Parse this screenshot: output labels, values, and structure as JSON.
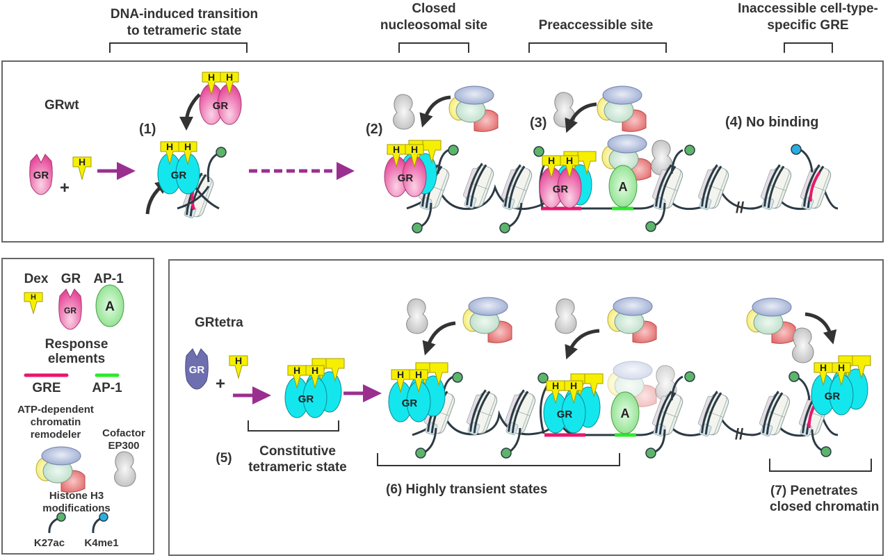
{
  "headers": [
    {
      "lines": [
        "DNA-induced transition",
        "to tetrameric state"
      ]
    },
    {
      "lines": [
        "Closed",
        "nucleosomal site"
      ]
    },
    {
      "lines": [
        "Preaccessible site"
      ]
    },
    {
      "lines": [
        "Inaccessible cell-type-",
        "specific GRE"
      ]
    }
  ],
  "top_panel": {
    "title": "GRwt",
    "plus": "+",
    "steps": [
      {
        "label": "(1)"
      },
      {
        "label": "(2)"
      },
      {
        "label": "(3)"
      },
      {
        "label": "(4) No binding"
      }
    ]
  },
  "legend": {
    "dex_title": "Dex",
    "gr_title": "GR",
    "ap1_title": "AP-1",
    "response_elements_title": [
      "Response",
      "elements"
    ],
    "gre_label": "GRE",
    "ap1_element_label": "AP-1",
    "remodeler_title": [
      "ATP-dependent",
      "chromatin",
      "remodeler"
    ],
    "cofactor_title": [
      "Cofactor",
      "EP300"
    ],
    "histone_title": [
      "Histone H3",
      "modifications"
    ],
    "k27ac_label": "K27ac",
    "k4me1_label": "K4me1"
  },
  "bottom_panel": {
    "title": "GRtetra",
    "plus": "+",
    "step5": {
      "num": "(5)",
      "lines": [
        "Constitutive",
        "tetrameric state"
      ]
    },
    "step6": "(6)  Highly transient states",
    "step7": {
      "line1": "(7)  Penetrates",
      "line2": "closed chromatin"
    }
  },
  "glyph_text": {
    "hormone": "H",
    "gr": "GR",
    "ap1": "A",
    "break": "//"
  },
  "colors": {
    "gr_wt": "#e8549a",
    "gr_tetra_free": "#6d6fae",
    "gr_bound_tetra": "#14e6ee",
    "hormone": "#f6f000",
    "ap1": "#8fe38f",
    "gre_element": "#e8186e",
    "ap1_element": "#2ee82e",
    "arrow_purple": "#9b2f8f",
    "k27ac": "#5cb56a",
    "k4me1": "#2aaee0",
    "ep300": "#cfcfcf"
  }
}
